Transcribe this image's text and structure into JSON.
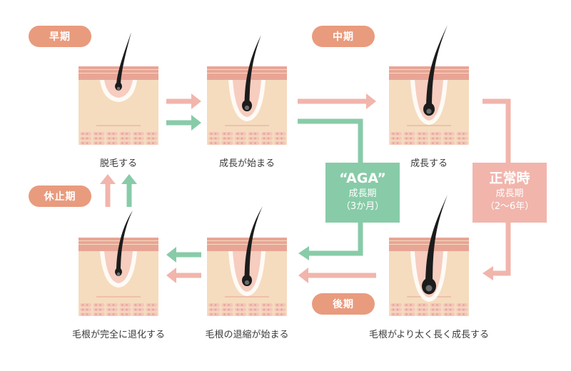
{
  "phases": {
    "early": "早期",
    "middle": "中期",
    "late": "後期",
    "rest": "休止期"
  },
  "stages": {
    "shedding": "脱毛する",
    "growth_start": "成長が始まる",
    "growing": "成長する",
    "thicker_longer": "毛根がより太く長く成長する",
    "regression_start": "毛根の退縮が始まる",
    "fully_regressed": "毛根が完全に退化する"
  },
  "aga_box": {
    "title": "“AGA”",
    "line1": "成長期",
    "line2": "（3か月）"
  },
  "normal_box": {
    "title": "正常時",
    "line1": "成長期",
    "line2": "（2〜6年）"
  },
  "colors": {
    "salmon": "#e99b7e",
    "pink_arrow": "#f1b5ac",
    "green_arrow": "#88cba8",
    "skin_surface": "#e8a596",
    "dermis": "#f5dcbe",
    "hair": "#1c1c1c"
  }
}
